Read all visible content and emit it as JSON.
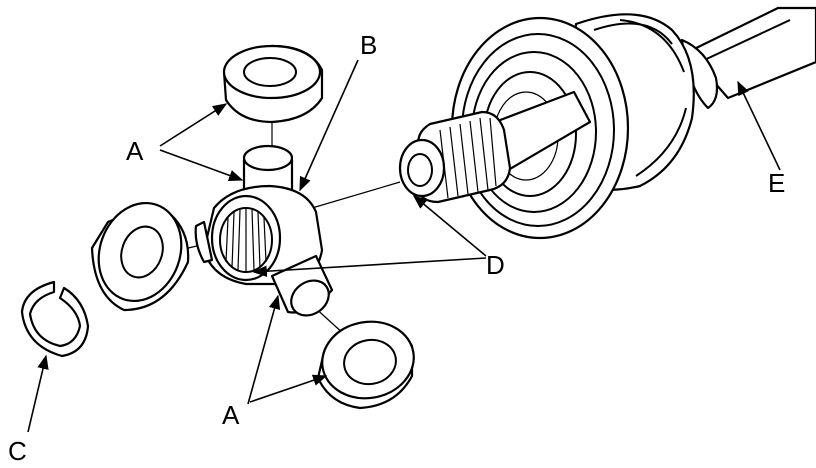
{
  "labels": {
    "a_upper": "A",
    "a_lower": "A",
    "b": "B",
    "c": "C",
    "d": "D",
    "e": "E"
  }
}
